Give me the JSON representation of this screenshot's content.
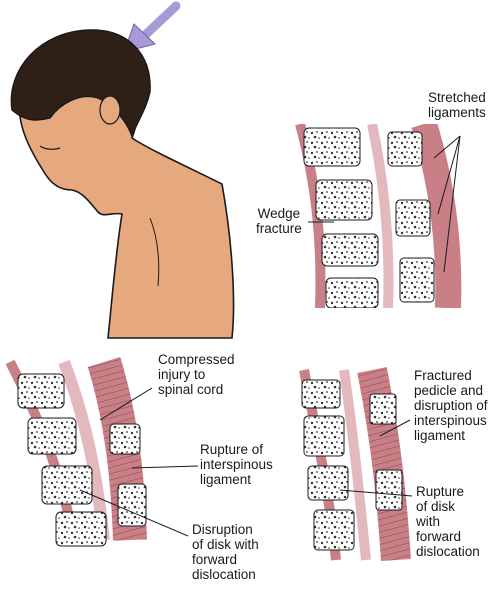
{
  "figure": {
    "arrow_color": "#a89ad6",
    "skin_color": "#e6a97e",
    "ligament_color": "#c97f86",
    "disk_color": "#e4b9bd",
    "bone_color": "#ffffff"
  },
  "labels": {
    "stretched_ligaments": "Stretched\nligaments",
    "wedge_fracture": "Wedge\nfracture",
    "compressed_injury": "Compressed\ninjury to\nspinal cord",
    "rupture_interspinous": "Rupture of\ninterspinous\nligament",
    "disruption_disk": "Disruption\nof disk with\nforward\ndislocation",
    "fractured_pedicle": "Fractured\npedicle and\ndisruption of\ninterspinous\nligament",
    "rupture_disk": "Rupture\nof disk\nwith\nforward\ndislocation"
  }
}
